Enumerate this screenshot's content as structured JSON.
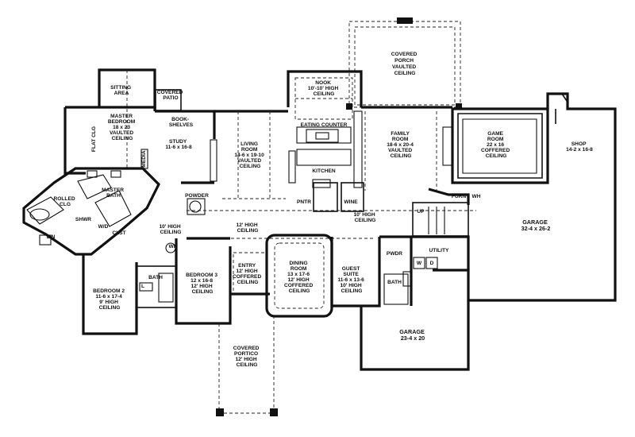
{
  "rooms": {
    "covered_porch": [
      "COVERED",
      "PORCH",
      "VAULTED",
      "CEILING"
    ],
    "nook": [
      "NOOK",
      "10'-10' HIGH",
      "CEILING"
    ],
    "eating_counter": "EATING COUNTER",
    "kitchen": "KITCHEN",
    "sitting_area": [
      "SITTING",
      "AREA"
    ],
    "covered_patio": [
      "COVERED",
      "PATIO"
    ],
    "master_bedroom": [
      "MASTER",
      "BEDROOM",
      "18 x 23",
      "VAULTED",
      "CEILING"
    ],
    "flat_clg": "FLAT CLG",
    "media": "MEDIA",
    "bookshelves": [
      "BOOK-",
      "SHELVES"
    ],
    "study": [
      "STUDY",
      "11-6 x 16-8"
    ],
    "living_room": [
      "LIVING",
      "ROOM",
      "14-6 x 19-10",
      "VAULTED",
      "CEILING"
    ],
    "family_room": [
      "FAMILY",
      "ROOM",
      "18-6 x 20-4",
      "VAULTED",
      "CEILING"
    ],
    "game_room": [
      "GAME",
      "ROOM",
      "22 x 16",
      "COFFERED",
      "CEILING"
    ],
    "shop": [
      "SHOP",
      "14-2 x 16-8"
    ],
    "master_bath": [
      "MASTER",
      "BATH"
    ],
    "rolled_clg": [
      "ROLLED",
      "CLG"
    ],
    "shwr": "SHWR",
    "wd": "W/D",
    "clst": "CLST",
    "lin": "LIN",
    "powder": "POWDER",
    "pntr": "PNTR",
    "wine": "WINE",
    "furn": "FURN",
    "wh": "WH",
    "up": "UP",
    "hall_10": [
      "10' HIGH",
      "CEILING"
    ],
    "hall_12": [
      "12' HIGH",
      "CEILING"
    ],
    "hall_10b": [
      "10' HIGH",
      "CEILING"
    ],
    "garage_main": [
      "GARAGE",
      "32-4 x 26-2"
    ],
    "utility": "UTILITY",
    "pwdr": "PWDR",
    "w": "W",
    "d": "D",
    "wh2": "WH",
    "bath1": "BATH",
    "bath2": "BATH",
    "bedroom2": [
      "BEDROOM 2",
      "11-6 x 17-4",
      "9' HIGH",
      "CEILING"
    ],
    "bedroom3": [
      "BEDROOM 3",
      "12 x 16-8",
      "12' HIGH",
      "CEILING"
    ],
    "l": "L",
    "entry": [
      "ENTRY",
      "12' HIGH",
      "COFFERED",
      "CEILING"
    ],
    "dining": [
      "DINING",
      "ROOM",
      "13 x 17-6",
      "12' HIGH",
      "COFFERED",
      "CEILING"
    ],
    "guest_suite": [
      "GUEST",
      "SUITE",
      "11-6 x 13-6",
      "10' HIGH",
      "CEILING"
    ],
    "garage_small": [
      "GARAGE",
      "23-4 x 20"
    ],
    "covered_portico": [
      "COVERED",
      "PORTICO",
      "12' HIGH",
      "CEILING"
    ]
  }
}
